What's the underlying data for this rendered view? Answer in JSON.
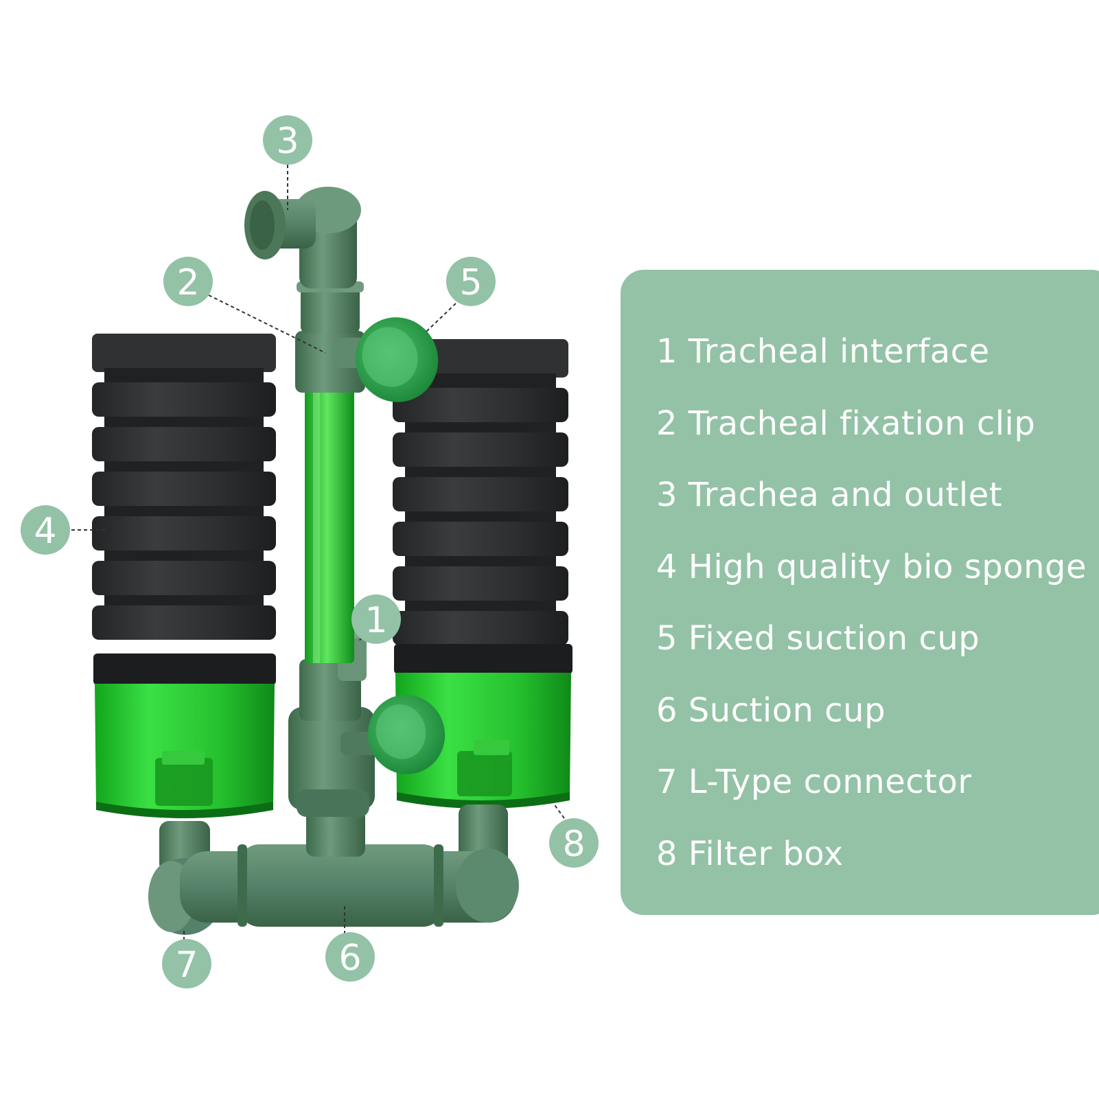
{
  "colors": {
    "panel": "#93c2a6",
    "legend_text": "#ffffff",
    "callout_fill": "#93c2a6",
    "callout_text": "#ffffff",
    "leader_line": "#333333",
    "sponge": "#2f3132",
    "sponge_shade": "#1f2122",
    "pipe": "#4f7a5d",
    "pipe_light": "#6a9478",
    "tube": "#22b130",
    "cup_green": "#27a93a",
    "box_green": "#2bd12f",
    "box_dark": "#1a1c1d"
  },
  "callouts": [
    {
      "id": "1",
      "label": "1"
    },
    {
      "id": "2",
      "label": "2"
    },
    {
      "id": "3",
      "label": "3"
    },
    {
      "id": "4",
      "label": "4"
    },
    {
      "id": "5",
      "label": "5"
    },
    {
      "id": "6",
      "label": "6"
    },
    {
      "id": "7",
      "label": "7"
    },
    {
      "id": "8",
      "label": "8"
    }
  ],
  "legend": {
    "items": [
      "1 Tracheal interface",
      "2 Tracheal fixation clip",
      "3 Trachea and outlet",
      "4 High quality bio sponge",
      "5 Fixed suction cup",
      "6 Suction cup",
      "7 L-Type connector",
      "8 Filter box"
    ]
  }
}
